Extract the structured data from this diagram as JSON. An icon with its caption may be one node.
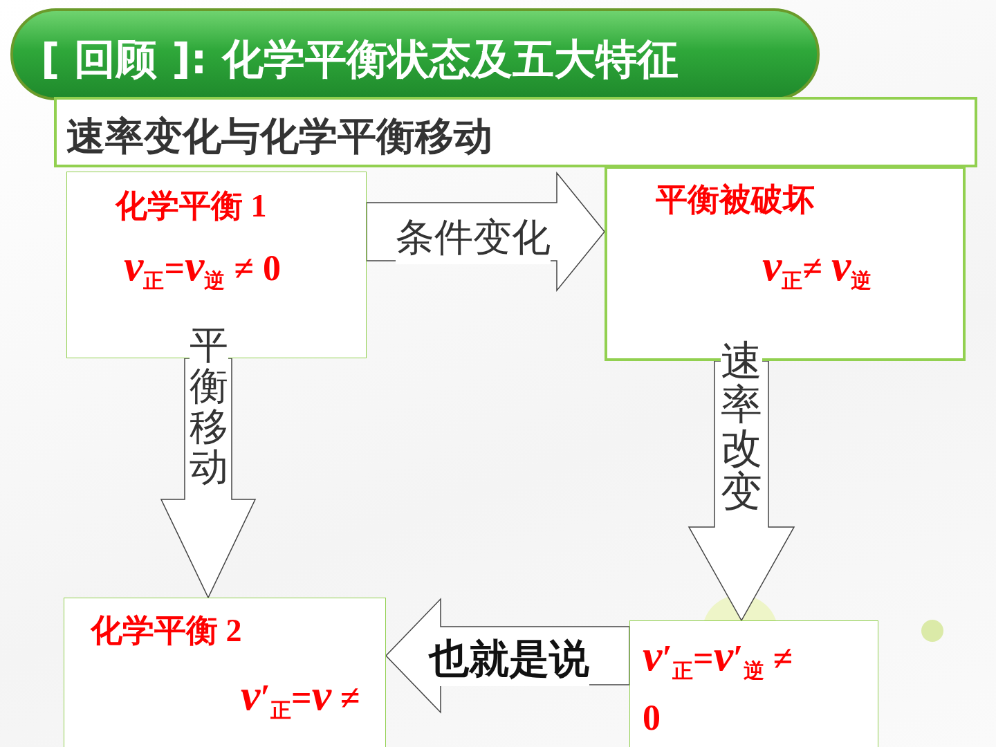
{
  "diagram": {
    "nodes": [
      {
        "text": [
          "[ 回顾 ]: 化学平衡状态及五大特征"
        ]
      },
      {
        "text": [
          "速率变化与化学平衡移动"
        ]
      },
      {
        "text": [
          "化学平衡 1",
          "*v*$_{正}$=*v*$_{逆}$ ≠ 0"
        ]
      },
      {
        "text": [
          "平衡被破坏",
          "*v*$_{正}$≠ *v*$_{逆}$"
        ]
      },
      {
        "text": [
          "*v*′$_{正}$=*v*′$_{逆}$ ≠ 0"
        ]
      },
      {
        "text": [
          "化学平衡 2",
          "*v*′$_{正}$=*v* ≠ 0"
        ]
      }
    ],
    "edges": [
      {
        "from": 2,
        "to": 3,
        "arrow": "to",
        "label": "条件变化"
      },
      {
        "from": 3,
        "to": 4,
        "arrow": "to",
        "label": "速率改变"
      },
      {
        "from": 4,
        "to": 5,
        "arrow": "to",
        "label": "也就是说"
      },
      {
        "from": 2,
        "to": 5,
        "arrow": "to",
        "label": "平衡移动"
      }
    ]
  }
}
